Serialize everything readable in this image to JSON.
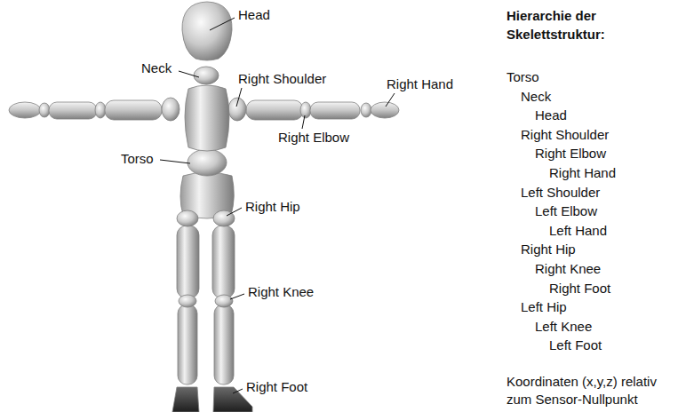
{
  "diagram": {
    "title": "Hierarchie der Skelettstruktur:",
    "labels": [
      "Head",
      "Neck",
      "Right Shoulder",
      "Right Hand",
      "Right Elbow",
      "Torso",
      "Right Hip",
      "Right Knee",
      "Right Foot",
      "Torso",
      "Neck",
      "Head",
      "Right Shoulder",
      "Right Elbow",
      "Right Hand",
      "Left Shoulder",
      "Left Elbow",
      "Left Hand",
      "Right Hip",
      "Right Knee",
      "Right Foot",
      "Left Hip",
      "Left Knee",
      "Left Foot",
      "Koordinaten (x,y,z) relativ zum Sensor-Nullpunkt"
    ]
  }
}
